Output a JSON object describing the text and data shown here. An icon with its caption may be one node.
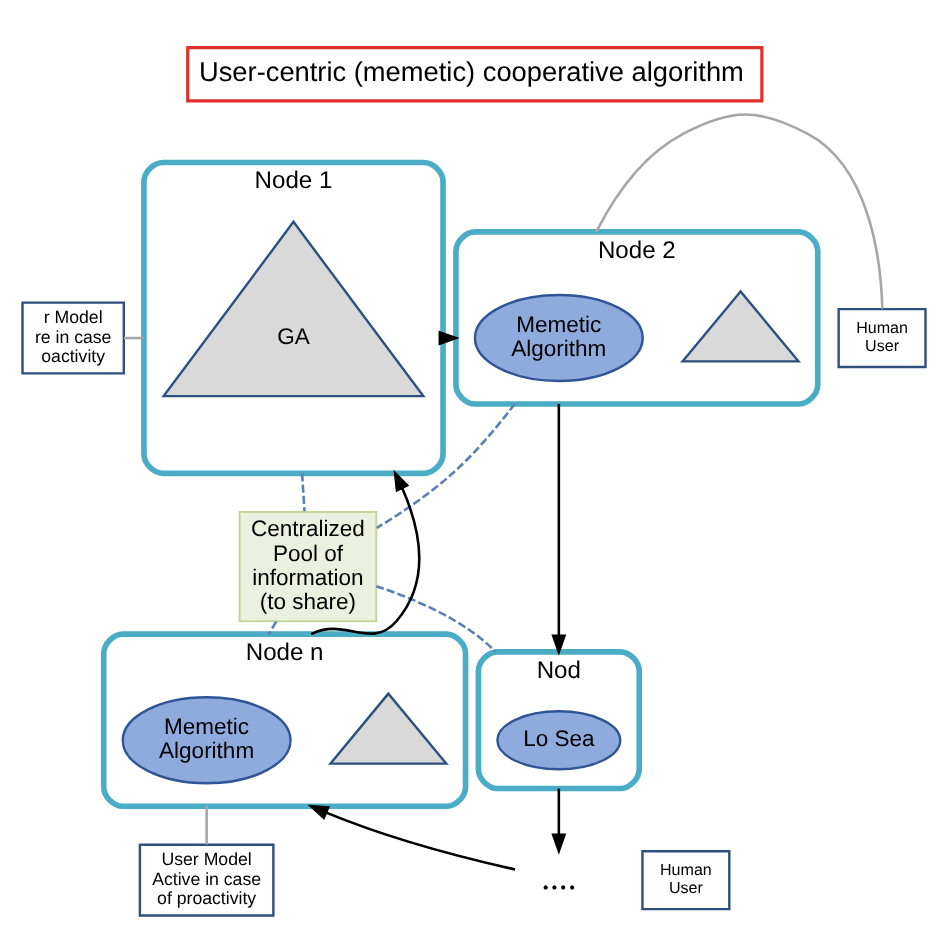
{
  "diagram": {
    "title": "User-centric (memetic) cooperative algorithm",
    "nodes": [
      {
        "text": [
          "r Model",
          "re in case oactivity"
        ]
      },
      {
        "text": [
          "Node 1"
        ]
      },
      {
        "text": [
          "GA"
        ],
        "in": 1
      },
      {
        "text": [
          "Node 2"
        ]
      },
      {
        "text": [],
        "shape": "triangle",
        "in": 3
      },
      {
        "text": [
          "Memetic Algorithm"
        ],
        "in": 3
      },
      {
        "text": [
          "Human User"
        ]
      },
      {
        "text": [
          "Centralized Pool of information (to share)"
        ]
      },
      {
        "text": [
          "Nod"
        ]
      },
      {
        "text": [
          "Lo Sea"
        ],
        "in": 8
      },
      {
        "text": [
          "Node n"
        ]
      },
      {
        "text": [],
        "shape": "triangle",
        "in": 10
      },
      {
        "text": [
          "Memetic Algorithm"
        ],
        "in": 10
      },
      {
        "text": [
          "...."
        ]
      },
      {
        "text": [
          "User Model",
          "Active in case of proactivity"
        ]
      },
      {
        "text": [
          "Human User"
        ]
      }
    ],
    "edges": [
      {
        "from": 1,
        "to": 3,
        "arrow": "to"
      },
      {
        "from": 3,
        "to": 8,
        "arrow": "to"
      },
      {
        "from": 8,
        "to": 13,
        "arrow": "to"
      },
      {
        "from": 13,
        "to": 10,
        "arrow": "to"
      },
      {
        "from": 10,
        "to": 1,
        "arrow": "to"
      },
      {
        "from": 1,
        "to": 7,
        "arrow": "none",
        "style": "dashed",
        "color": "#5b7fb5"
      },
      {
        "from": 3,
        "to": 7,
        "arrow": "none",
        "style": "dashed",
        "color": "#5b7fb5"
      },
      {
        "from": 7,
        "to": 8,
        "arrow": "none",
        "style": "dashed",
        "color": "#5b7fb5"
      },
      {
        "from": 7,
        "to": 10,
        "arrow": "none",
        "style": "dashed",
        "color": "#5b7fb5"
      },
      {
        "from": 0,
        "to": 1,
        "arrow": "none",
        "color": "#a6a6a6"
      },
      {
        "from": 3,
        "to": 6,
        "arrow": "none",
        "color": "#a6a6a6"
      },
      {
        "from": 10,
        "to": 14,
        "arrow": "none",
        "color": "#a6a6a6"
      }
    ]
  }
}
